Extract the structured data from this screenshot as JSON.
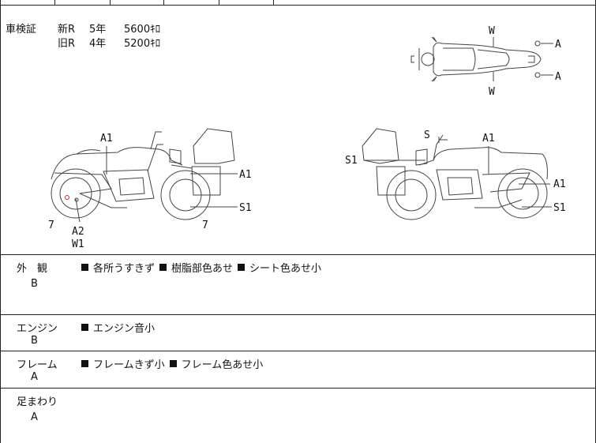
{
  "shaken": {
    "label": "車検証",
    "rows": [
      {
        "kind": "新R",
        "years": "5年",
        "fee": "5600ｷﾛ"
      },
      {
        "kind": "旧R",
        "years": "4年",
        "fee": "5200ｷﾛ"
      }
    ]
  },
  "diagram_marks": {
    "top_w": "W",
    "top_a1": "A",
    "top_a2": "A",
    "bottom_w": "W",
    "left_a1_top": "A1",
    "left_a1_side": "A1",
    "left_s1": "S1",
    "left_7a": "7",
    "left_a2": "A2",
    "left_w1": "W1",
    "left_7b": "7",
    "right_s": "S",
    "right_s1_left": "S1",
    "right_a1_top": "A1",
    "right_a1_side": "A1",
    "right_s1": "S1"
  },
  "sections": [
    {
      "name": "外　観",
      "grade": "B",
      "notes": [
        "各所うすきず",
        "樹脂部色あせ",
        "シート色あせ小"
      ]
    },
    {
      "name": "エンジン",
      "grade": "B",
      "notes": [
        "エンジン音小"
      ]
    },
    {
      "name": "フレーム",
      "grade": "A",
      "notes": [
        "フレームきず小",
        "フレーム色あせ小"
      ]
    },
    {
      "name": "足まわり",
      "grade": "A",
      "notes": []
    }
  ]
}
